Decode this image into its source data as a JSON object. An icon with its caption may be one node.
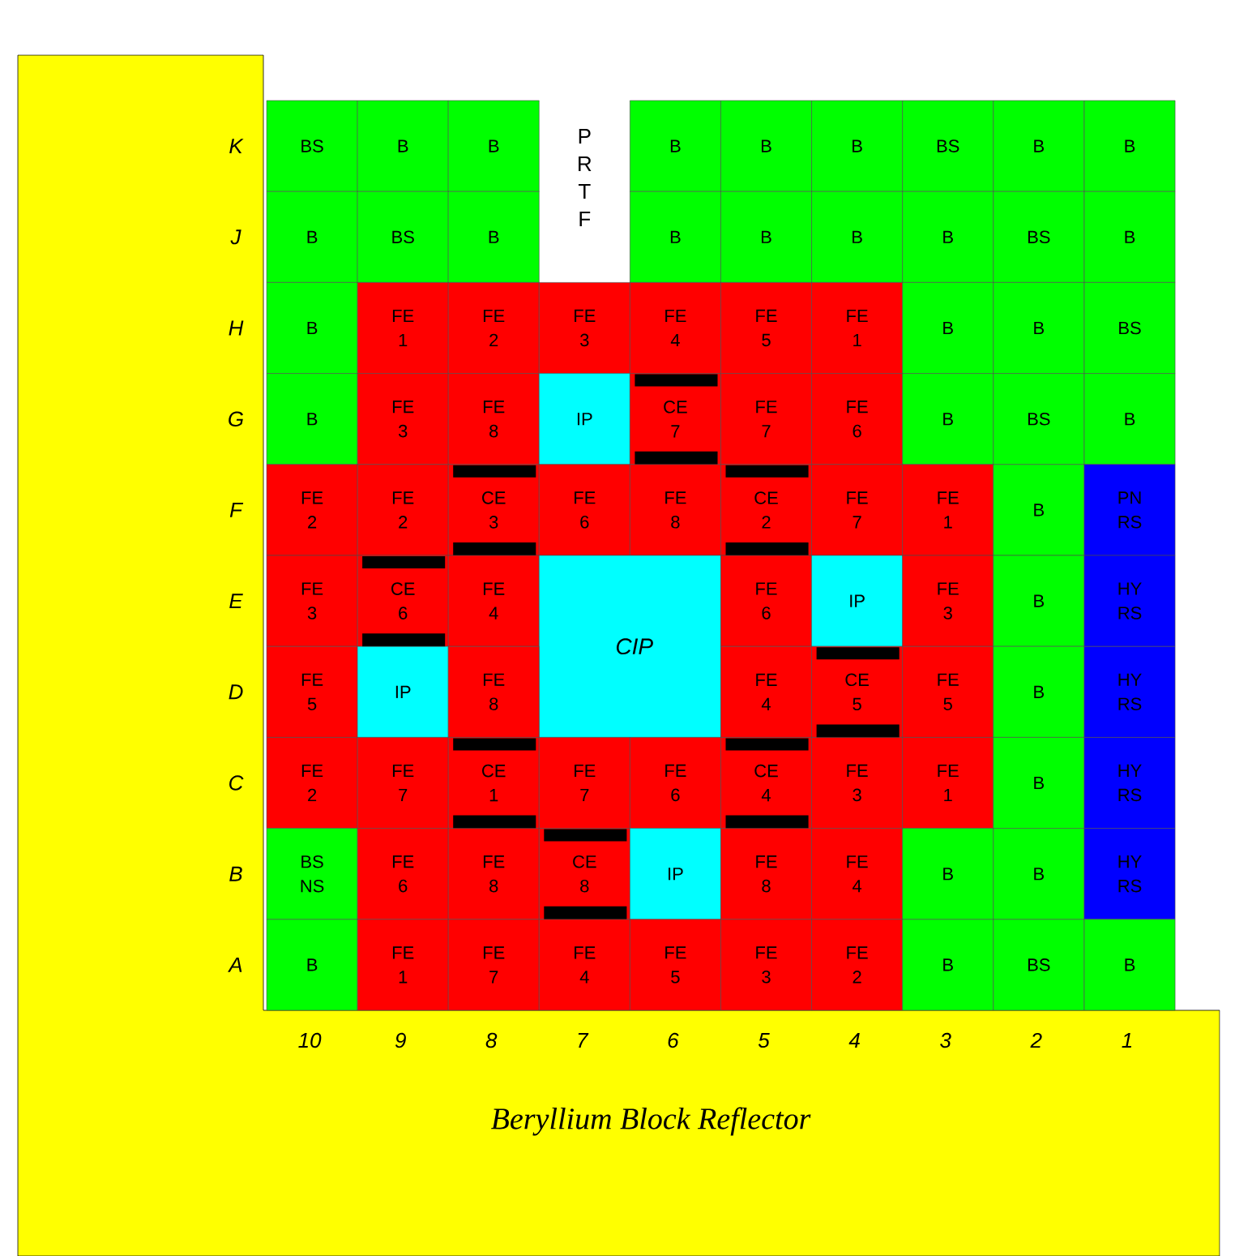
{
  "diagram": {
    "nodes": [
      {
        "text": [
          "BS"
        ]
      },
      {
        "text": [
          "B"
        ]
      },
      {
        "text": [
          "B"
        ]
      },
      {
        "text": [
          "B"
        ]
      },
      {
        "text": [
          "B"
        ]
      },
      {
        "text": [
          "B"
        ]
      },
      {
        "text": [
          "BS"
        ]
      },
      {
        "text": [
          "B"
        ]
      },
      {
        "text": [
          "B"
        ]
      },
      {
        "text": [
          "B"
        ]
      },
      {
        "text": [
          "BS"
        ]
      },
      {
        "text": [
          "B"
        ]
      },
      {
        "text": [
          "B"
        ]
      },
      {
        "text": [
          "B"
        ]
      },
      {
        "text": [
          "B"
        ]
      },
      {
        "text": [
          "B"
        ]
      },
      {
        "text": [
          "BS"
        ]
      },
      {
        "text": [
          "B"
        ]
      },
      {
        "text": [
          "B"
        ]
      },
      {
        "text": [
          "FE 1"
        ]
      },
      {
        "text": [
          "FE 2"
        ]
      },
      {
        "text": [
          "FE 3"
        ]
      },
      {
        "text": [
          "FE 4"
        ]
      },
      {
        "text": [
          "FE 5"
        ]
      },
      {
        "text": [
          "FE 1"
        ]
      },
      {
        "text": [
          "B"
        ]
      },
      {
        "text": [
          "B"
        ]
      },
      {
        "text": [
          "BS"
        ]
      },
      {
        "text": [
          "B"
        ]
      },
      {
        "text": [
          "FE 3"
        ]
      },
      {
        "text": [
          "FE 8"
        ]
      },
      {
        "text": [
          "IP"
        ]
      },
      {
        "text": [
          "CE 7"
        ]
      },
      {
        "text": [
          "FE 7"
        ]
      },
      {
        "text": [
          "FE 6"
        ]
      },
      {
        "text": [
          "B"
        ]
      },
      {
        "text": [
          "BS"
        ]
      },
      {
        "text": [
          "B"
        ]
      },
      {
        "text": [
          "FE 2"
        ]
      },
      {
        "text": [
          "FE 2"
        ]
      },
      {
        "text": [
          "CE 3"
        ]
      },
      {
        "text": [
          "FE 6"
        ]
      },
      {
        "text": [
          "FE 8"
        ]
      },
      {
        "text": [
          "CE 2"
        ]
      },
      {
        "text": [
          "FE 7"
        ]
      },
      {
        "text": [
          "FE 1"
        ]
      },
      {
        "text": [
          "B"
        ]
      },
      {
        "text": [
          "PN RS"
        ]
      },
      {
        "text": [
          "FE 3"
        ]
      },
      {
        "text": [
          "CE 6"
        ]
      },
      {
        "text": [
          "FE 4"
        ]
      },
      {
        "text": [
          "CIP"
        ]
      },
      {
        "text": [
          "FE 6"
        ]
      },
      {
        "text": [
          "IP"
        ]
      },
      {
        "text": [
          "FE 3"
        ]
      },
      {
        "text": [
          "B"
        ]
      },
      {
        "text": [
          "HY RS"
        ]
      },
      {
        "text": [
          "FE 5"
        ]
      },
      {
        "text": [
          "IP"
        ]
      },
      {
        "text": [
          "FE 8"
        ]
      },
      {
        "text": [
          "FE 4"
        ]
      },
      {
        "text": [
          "CE 5"
        ]
      },
      {
        "text": [
          "FE 5"
        ]
      },
      {
        "text": [
          "B"
        ]
      },
      {
        "text": [
          "HY RS"
        ]
      },
      {
        "text": [
          "FE 2"
        ]
      },
      {
        "text": [
          "FE 7"
        ]
      },
      {
        "text": [
          "CE 1"
        ]
      },
      {
        "text": [
          "FE 7"
        ]
      },
      {
        "text": [
          "FE 6"
        ]
      },
      {
        "text": [
          "CE 4"
        ]
      },
      {
        "text": [
          "FE 3"
        ]
      },
      {
        "text": [
          "FE 1"
        ]
      },
      {
        "text": [
          "B"
        ]
      },
      {
        "text": [
          "HY RS"
        ]
      },
      {
        "text": [
          "BS NS"
        ]
      },
      {
        "text": [
          "FE 6"
        ]
      },
      {
        "text": [
          "FE 8"
        ]
      },
      {
        "text": [
          "CE 8"
        ]
      },
      {
        "text": [
          "IP"
        ]
      },
      {
        "text": [
          "FE 8"
        ]
      },
      {
        "text": [
          "FE 4"
        ]
      },
      {
        "text": [
          "B"
        ]
      },
      {
        "text": [
          "B"
        ]
      },
      {
        "text": [
          "HY RS"
        ]
      },
      {
        "text": [
          "B"
        ]
      },
      {
        "text": [
          "FE 1"
        ]
      },
      {
        "text": [
          "FE 7"
        ]
      },
      {
        "text": [
          "FE 4"
        ]
      },
      {
        "text": [
          "FE 5"
        ]
      },
      {
        "text": [
          "FE 3"
        ]
      },
      {
        "text": [
          "FE 2"
        ]
      },
      {
        "text": [
          "B"
        ]
      },
      {
        "text": [
          "BS"
        ]
      },
      {
        "text": [
          "B"
        ]
      }
    ],
    "labels": [
      "K",
      "P R T F",
      "J",
      "H",
      "G",
      "F",
      "E",
      "D",
      "C",
      "B",
      "A",
      "10",
      "9",
      "8",
      "7",
      "6",
      "5",
      "4",
      "3",
      "2",
      "1",
      "Beryllium Block Reflector"
    ]
  }
}
